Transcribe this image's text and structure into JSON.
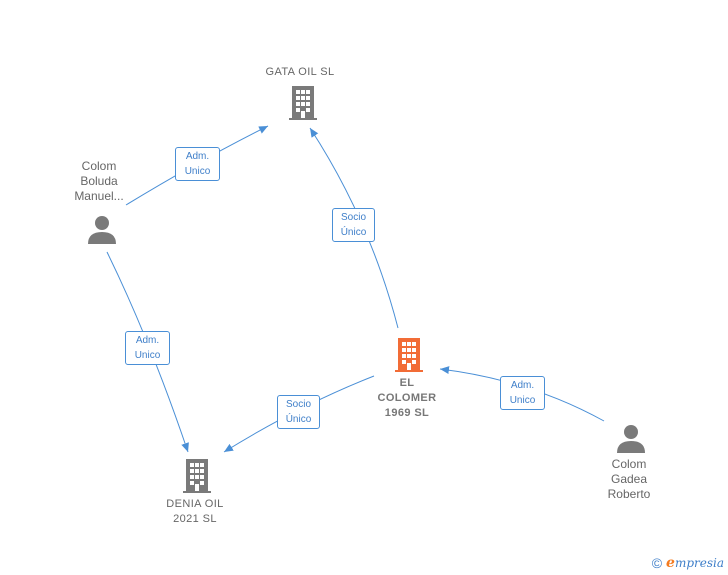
{
  "colors": {
    "edge": "#4a8fd6",
    "company": "#7a7a7a",
    "focus_company": "#f26c36",
    "person": "#7a7a7a"
  },
  "nodes": {
    "gata_oil": {
      "label": "GATA OIL  SL",
      "icon": "building-icon"
    },
    "el_colomer": {
      "label": "EL\nCOLOMER\n1969  SL",
      "icon": "building-icon"
    },
    "denia_oil": {
      "label": "DENIA OIL\n2021  SL",
      "icon": "building-icon"
    },
    "colom_boluda": {
      "label": "Colom\nBoluda\nManuel...",
      "icon": "person-icon"
    },
    "colom_gadea": {
      "label": "Colom\nGadea\nRoberto",
      "icon": "person-icon"
    }
  },
  "edges": {
    "boluda_to_gata": "Adm.\nUnico",
    "colomer_to_gata": "Socio\nÚnico",
    "boluda_to_denia": "Adm.\nUnico",
    "colomer_to_denia": "Socio\nÚnico",
    "gadea_to_colomer": "Adm.\nUnico"
  },
  "footer": {
    "copyright": "©",
    "brand_first": "e",
    "brand_rest": "mpresia"
  }
}
